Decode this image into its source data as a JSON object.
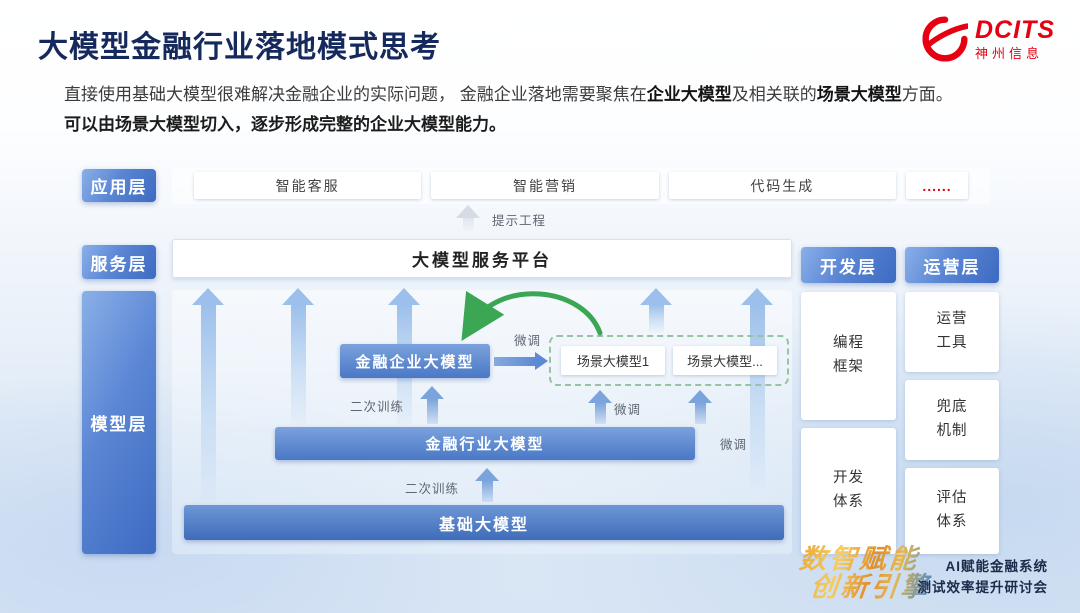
{
  "colors": {
    "title_navy": "#16295c",
    "brand_red": "#e60012",
    "box_blue": "#4a78c6",
    "arrow_blue": "#9cc0eb",
    "green_arrow": "#3ba653",
    "watermark_gold": "#e9a93a"
  },
  "header": {
    "title": "大模型金融行业落地模式思考",
    "logo": {
      "brand": "DCITS",
      "company": "神州信息"
    }
  },
  "intro": {
    "line1_seg1": "直接使用基础大模型很难解决金融企业的实际问题， 金融企业落地需要聚焦在",
    "line1_bold1": "企业大模型",
    "line1_seg2": "及相关联的",
    "line1_bold2": "场景大模型",
    "line1_seg3": "方面。",
    "line2": "可以由场景大模型切入，逐步形成完整的企业大模型能力。"
  },
  "diagram": {
    "app_layer": {
      "label": "应用层",
      "items": [
        "智能客服",
        "智能营销",
        "代码生成",
        "......"
      ]
    },
    "prompt_label": "提示工程",
    "service_layer": {
      "label": "服务层",
      "platform": "大模型服务平台"
    },
    "model_layer": {
      "label": "模型层",
      "enterprise_model": "金融企业大模型",
      "scenario_models": [
        "场景大模型1",
        "场景大模型..."
      ],
      "industry_model": "金融行业大模型",
      "base_model": "基础大模型",
      "finetune_label": "微调",
      "retrain_label": "二次训练"
    },
    "dev_layer": {
      "label": "开发层",
      "items": [
        "编程框架",
        "开发体系"
      ]
    },
    "ops_layer": {
      "label": "运营层",
      "items": [
        "运营工具",
        "兜底机制",
        "评估体系"
      ]
    }
  },
  "footer": {
    "watermark_line1": "数智赋能",
    "watermark_line2": "创新引擎",
    "event_line1": "AI赋能金融系统",
    "event_line2": "测试效率提升研讨会"
  }
}
